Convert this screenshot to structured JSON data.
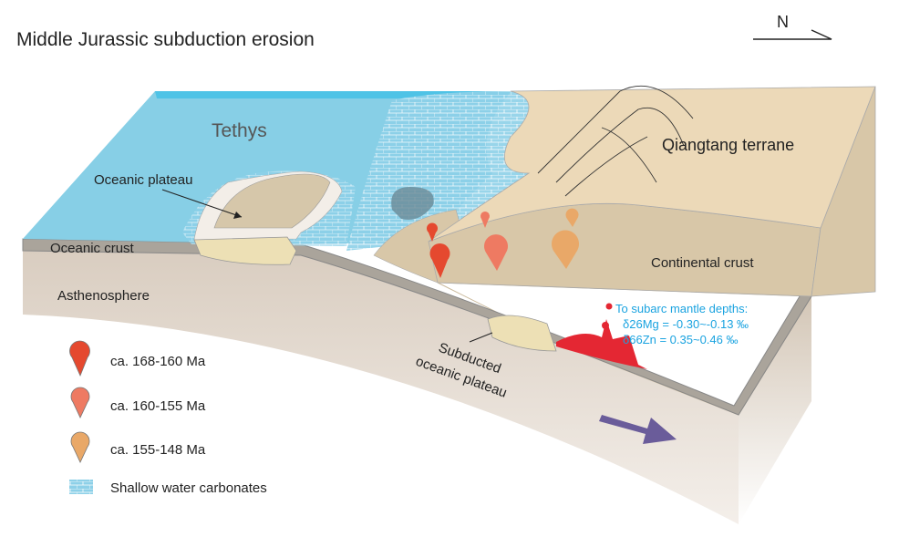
{
  "title": "Middle Jurassic subduction erosion",
  "north_label": "N",
  "labels": {
    "tethys": "Tethys",
    "oceanic_plateau": "Oceanic plateau",
    "oceanic_crust": "Oceanic crust",
    "asthenosphere": "Asthenosphere",
    "qiangtang": "Qiangtang terrane",
    "continental_crust": "Continental crust",
    "subducted_line1": "Subducted",
    "subducted_line2": "oceanic plateau"
  },
  "annotation": {
    "line1": "To subarc mantle depths:",
    "line2": "δ26Mg = -0.30~-0.13 ‰",
    "line3": "δ66Zn = 0.35~0.46 ‰"
  },
  "legend": [
    {
      "label": "ca. 168-160 Ma",
      "color": "#e5492f",
      "icon": "magma-drop-icon"
    },
    {
      "label": "ca. 160-155 Ma",
      "color": "#ee7a62",
      "icon": "magma-drop-icon"
    },
    {
      "label": "ca. 155-148 Ma",
      "color": "#e9a868",
      "icon": "magma-drop-icon"
    },
    {
      "label": "Shallow water carbonates",
      "color": "#8dd0e8",
      "icon": "carbonate-brick-icon"
    }
  ],
  "colors": {
    "ocean": "#87cfe6",
    "ocean_edge": "#4fc3e6",
    "terrane": "#ecd9b8",
    "crust": "#d8c7a8",
    "mantle": "#ddd3c8",
    "oceanic_crust": "#aaa49b",
    "plateau": "#d6c7aa",
    "plateau_root": "#ede0b5",
    "annotation": "#1aa3e0",
    "arrow": "#6a5c9a",
    "melt": "#e42733"
  }
}
